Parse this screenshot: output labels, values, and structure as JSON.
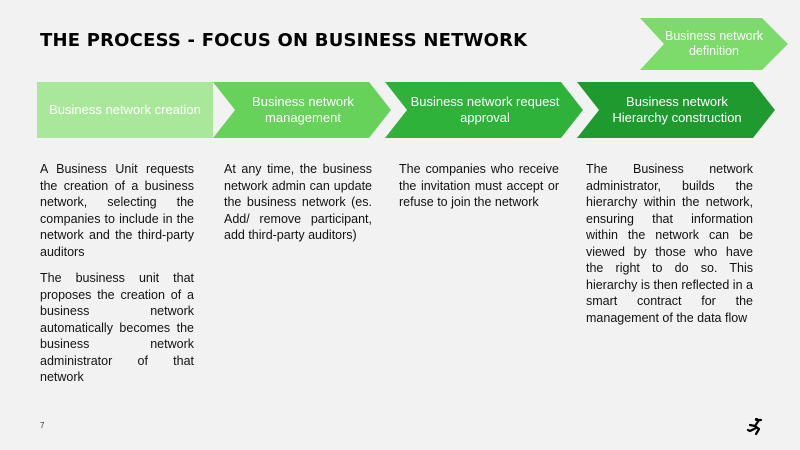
{
  "title": "THE PROCESS - FOCUS ON BUSINESS NETWORK",
  "corner_label": "Business network definition",
  "steps": [
    {
      "label": "Business network creation",
      "color": "#a9e89a"
    },
    {
      "label": "Business network management",
      "color": "#66d25a"
    },
    {
      "label": "Business network request approval",
      "color": "#2fb23a"
    },
    {
      "label": "Business network Hierarchy construction",
      "color": "#1e9a2e"
    }
  ],
  "columns": [
    {
      "paragraphs": [
        "A Business Unit requests the creation of a business network, selecting the companies to include in the network and the third-party auditors",
        "The business unit that proposes the creation of a business network automatically becomes the business network administrator of that network"
      ]
    },
    {
      "paragraphs": [
        "At any time, the business network admin can update the business network (es. Add/ remove participant, add third-party auditors)"
      ]
    },
    {
      "paragraphs": [
        "The companies who receive the invitation must accept or refuse to join the network"
      ]
    },
    {
      "paragraphs": [
        "The Business network administrator, builds the hierarchy within the network, ensuring that information within the network can be viewed by those who have the right to do so. This hierarchy is then reflected in a smart contract for the management of the data flow"
      ]
    }
  ],
  "page_number": "7",
  "corner_color": "#7ddb6c",
  "logo_icon": "running-figure-icon"
}
